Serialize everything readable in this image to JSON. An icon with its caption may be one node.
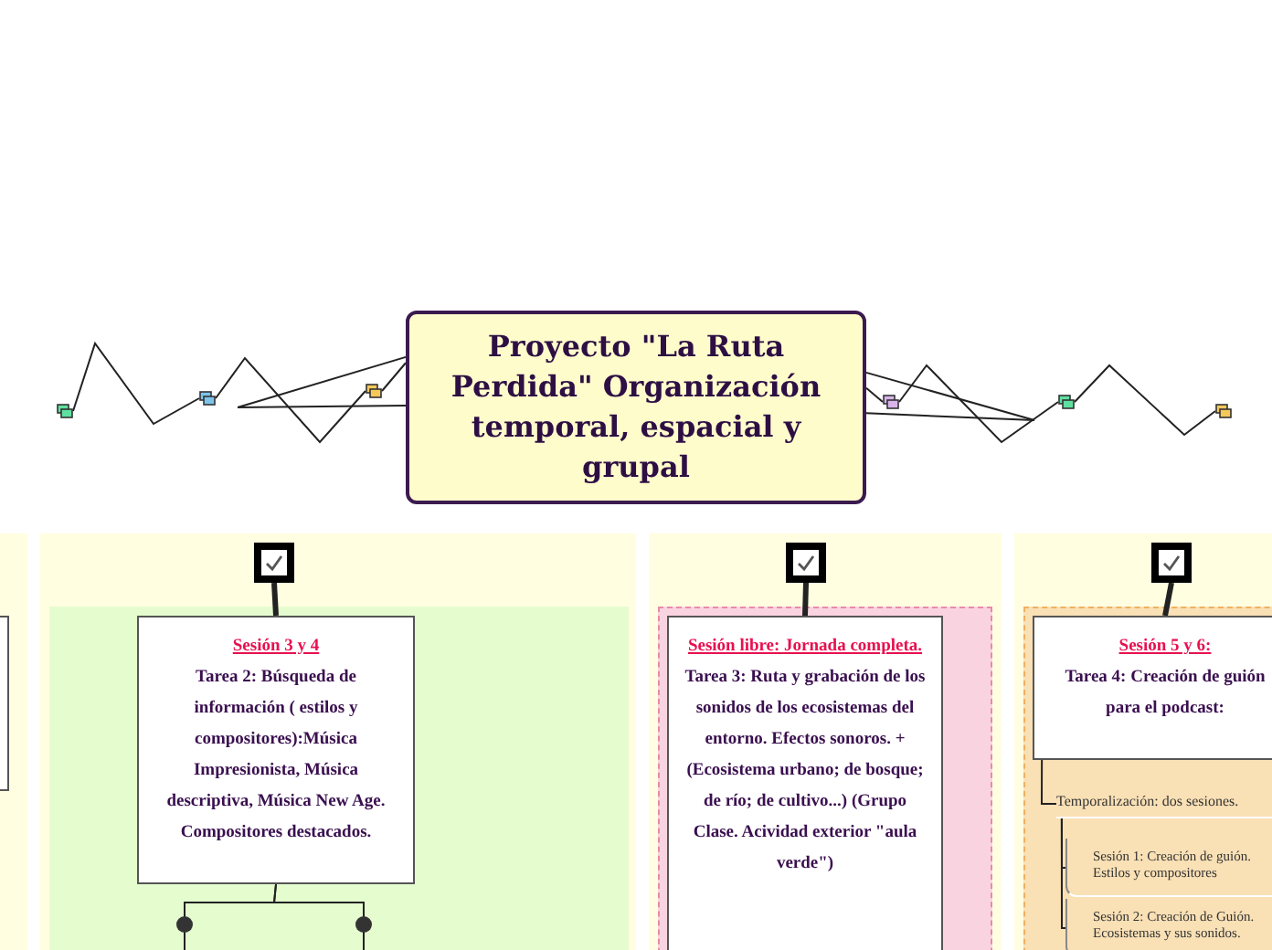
{
  "diagram": {
    "nodes": [
      {
        "text": [
          "Proyecto \"La Ruta Perdida\" Organización temporal, espacial y grupal"
        ]
      },
      {
        "text": [],
        "shape": "box"
      },
      {
        "text": [],
        "shape": "box"
      },
      {
        "text": [],
        "shape": "box"
      },
      {
        "text": [],
        "shape": "box"
      },
      {
        "text": [],
        "shape": "box"
      },
      {
        "text": [],
        "shape": "box"
      },
      {
        "text": [],
        "shape": "box"
      },
      {
        "text": [],
        "shape": "box"
      },
      {
        "text": [
          "Sesión 3 y 4",
          "Tarea 2: Búsqueda de información ( estilos y compositores):Música Impresionista, Música descriptiva, Música New Age. Compositores destacados."
        ]
      },
      {
        "text": [],
        "shape": "box"
      },
      {
        "text": [
          "Sesión libre:  Jornada completa.",
          "Tarea 3: Ruta y grabación de los sonidos de los ecosistemas del entorno. Efectos sonoros. +(Ecosistema urbano; de bosque; de río; de cultivo...) (Grupo Clase. Acividad exterior \"aula verde\")"
        ]
      },
      {
        "text": [],
        "shape": "box"
      },
      {
        "text": [
          "Sesión 5 y 6:",
          "Tarea 4: Creación de guión para el podcast:"
        ]
      },
      {
        "text": [
          "Temporalización: dos sesiones."
        ]
      },
      {
        "text": [
          "Sesión 1: Creación de guión. Estilos y compositores"
        ]
      },
      {
        "text": [
          "Sesión 2: Creación de Guión. Ecosistemas y sus sonidos."
        ]
      }
    ],
    "edges": [
      {
        "from": 0,
        "to": 3,
        "arrow": "none"
      },
      {
        "from": 3,
        "to": 2,
        "arrow": "none"
      },
      {
        "from": 2,
        "to": 1,
        "arrow": "none"
      },
      {
        "from": 0,
        "to": null,
        "arrow": "none"
      },
      {
        "from": 0,
        "to": null,
        "arrow": "none"
      },
      {
        "from": 0,
        "to": 4,
        "arrow": "none"
      },
      {
        "from": 4,
        "to": 5,
        "arrow": "none"
      },
      {
        "from": 5,
        "to": 6,
        "arrow": "none"
      },
      {
        "from": 0,
        "to": null,
        "arrow": "none"
      },
      {
        "from": 0,
        "to": null,
        "arrow": "none"
      },
      {
        "from": 8,
        "to": 9,
        "arrow": "none",
        "style": "thick"
      },
      {
        "from": 9,
        "to": null,
        "arrow": "none"
      },
      {
        "from": 9,
        "to": null,
        "arrow": "none"
      },
      {
        "from": 10,
        "to": 11,
        "arrow": "none",
        "style": "thick"
      },
      {
        "from": 12,
        "to": 13,
        "arrow": "none",
        "style": "thick"
      },
      {
        "from": 13,
        "to": 14,
        "arrow": "none"
      },
      {
        "from": 14,
        "to": 15,
        "arrow": "none"
      },
      {
        "from": 14,
        "to": 16,
        "arrow": "none"
      }
    ]
  }
}
